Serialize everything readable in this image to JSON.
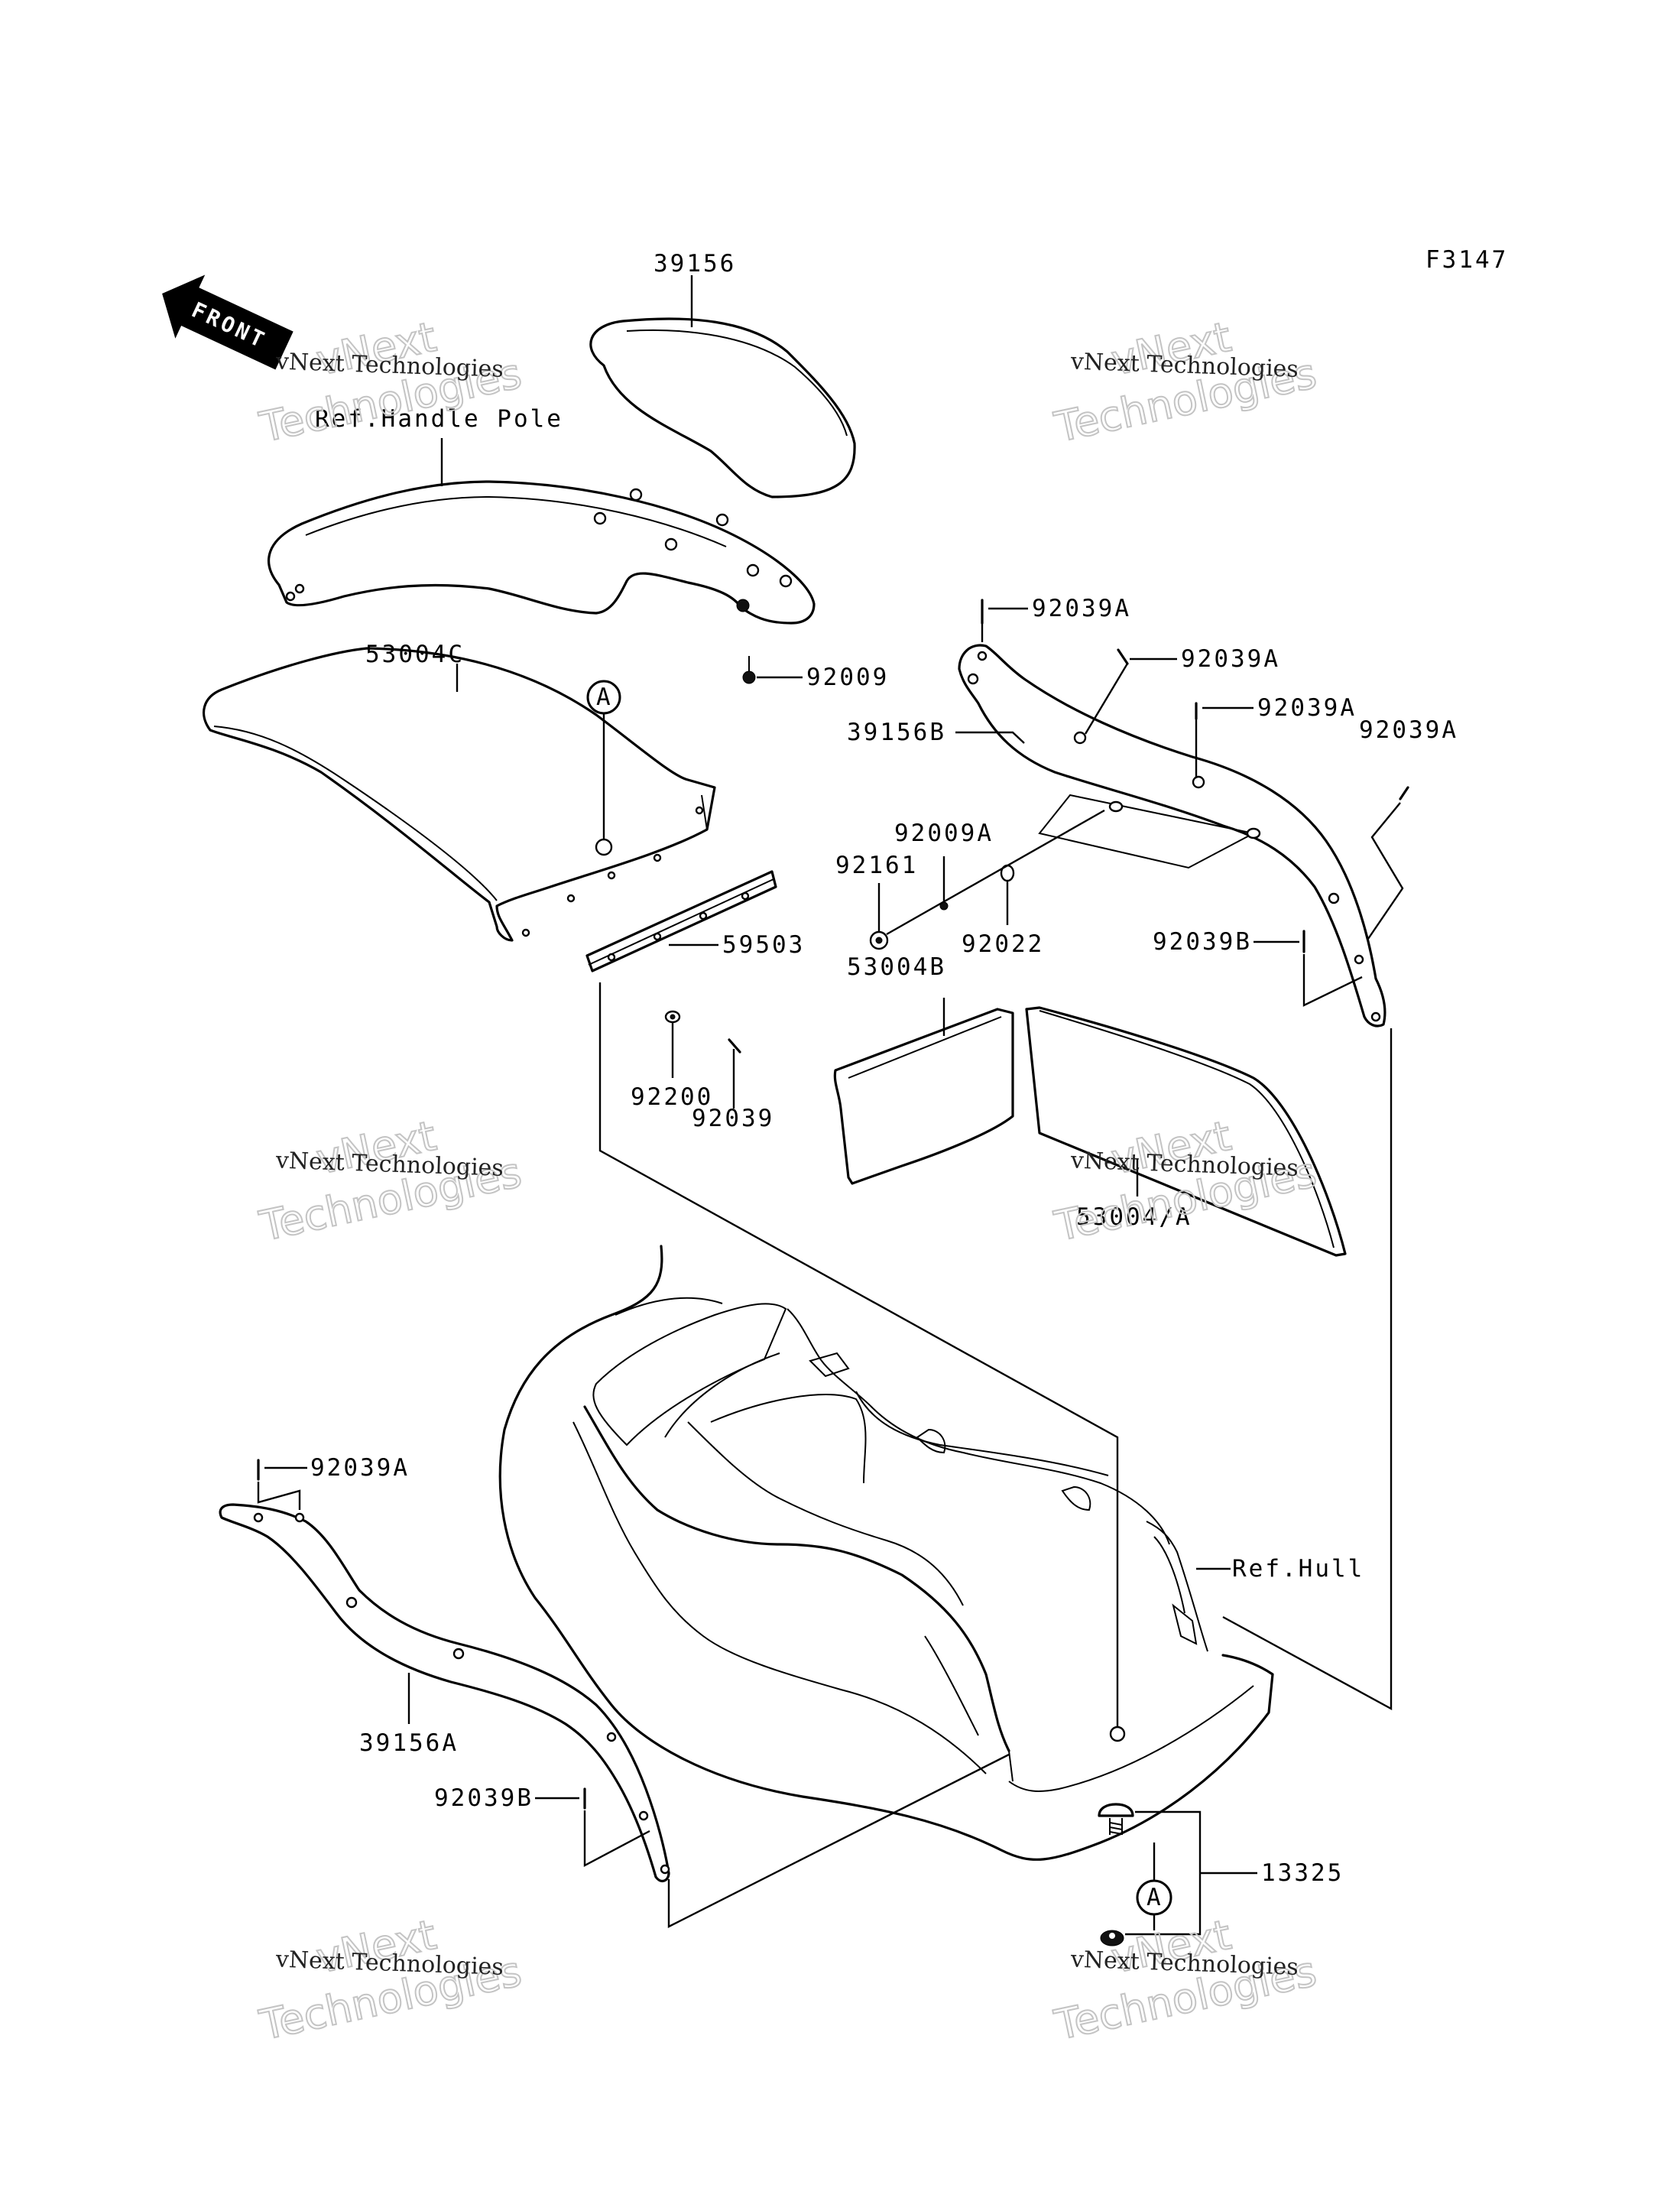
{
  "figure_code": "F3147",
  "front_arrow": "FRONT",
  "callout_marker": "A",
  "parts": {
    "p39156": "39156",
    "ref_handle_pole": "Ref.Handle Pole",
    "p92009": "92009",
    "p53004c": "53004C",
    "p59503": "59503",
    "p92200": "92200",
    "p92039": "92039",
    "p92039a_1": "92039A",
    "p92039a_2": "92039A",
    "p92039a_3": "92039A",
    "p92039a_4": "92039A",
    "p92039a_5": "92039A",
    "p39156b": "39156B",
    "p92009a": "92009A",
    "p92161": "92161",
    "p92022": "92022",
    "p92039b_1": "92039B",
    "p92039b_2": "92039B",
    "p53004b": "53004B",
    "p53004a": "53004/A",
    "ref_hull": "Ref.Hull",
    "p39156a": "39156A",
    "p13325": "13325"
  },
  "watermark": {
    "small_text": "vNext Technologies",
    "big_line1": "vNext",
    "big_line2": "Technologies"
  }
}
